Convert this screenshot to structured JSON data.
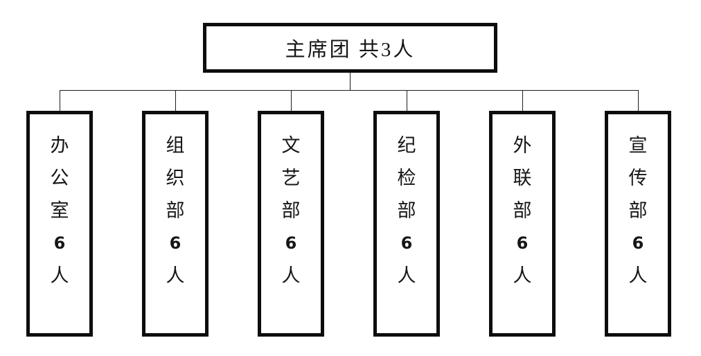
{
  "diagram": {
    "type": "org-chart",
    "root": "主席团 共3人",
    "children": [
      "办公室 6人",
      "组织部 6人",
      "文艺部 6人",
      "纪检部 6人",
      "外联部 6人",
      "宣传部 6人"
    ],
    "line_color": "#1c1c1c",
    "box_border_color": "#0d0d0d",
    "background": "#ffffff"
  },
  "root_box": {
    "label": "主席团 共3人"
  },
  "departments": [
    {
      "name": "办公室",
      "count": "6人",
      "chars": [
        "办",
        "公",
        "室",
        "6",
        "人"
      ]
    },
    {
      "name": "组织部",
      "count": "6人",
      "chars": [
        "组",
        "织",
        "部",
        "6",
        "人"
      ]
    },
    {
      "name": "文艺部",
      "count": "6人",
      "chars": [
        "文",
        "艺",
        "部",
        "6",
        "人"
      ]
    },
    {
      "name": "纪检部",
      "count": "6人",
      "chars": [
        "纪",
        "检",
        "部",
        "6",
        "人"
      ]
    },
    {
      "name": "外联部",
      "count": "6人",
      "chars": [
        "外",
        "联",
        "部",
        "6",
        "人"
      ]
    },
    {
      "name": "宣传部",
      "count": "6人",
      "chars": [
        "宣",
        "传",
        "部",
        "6",
        "人"
      ]
    }
  ]
}
